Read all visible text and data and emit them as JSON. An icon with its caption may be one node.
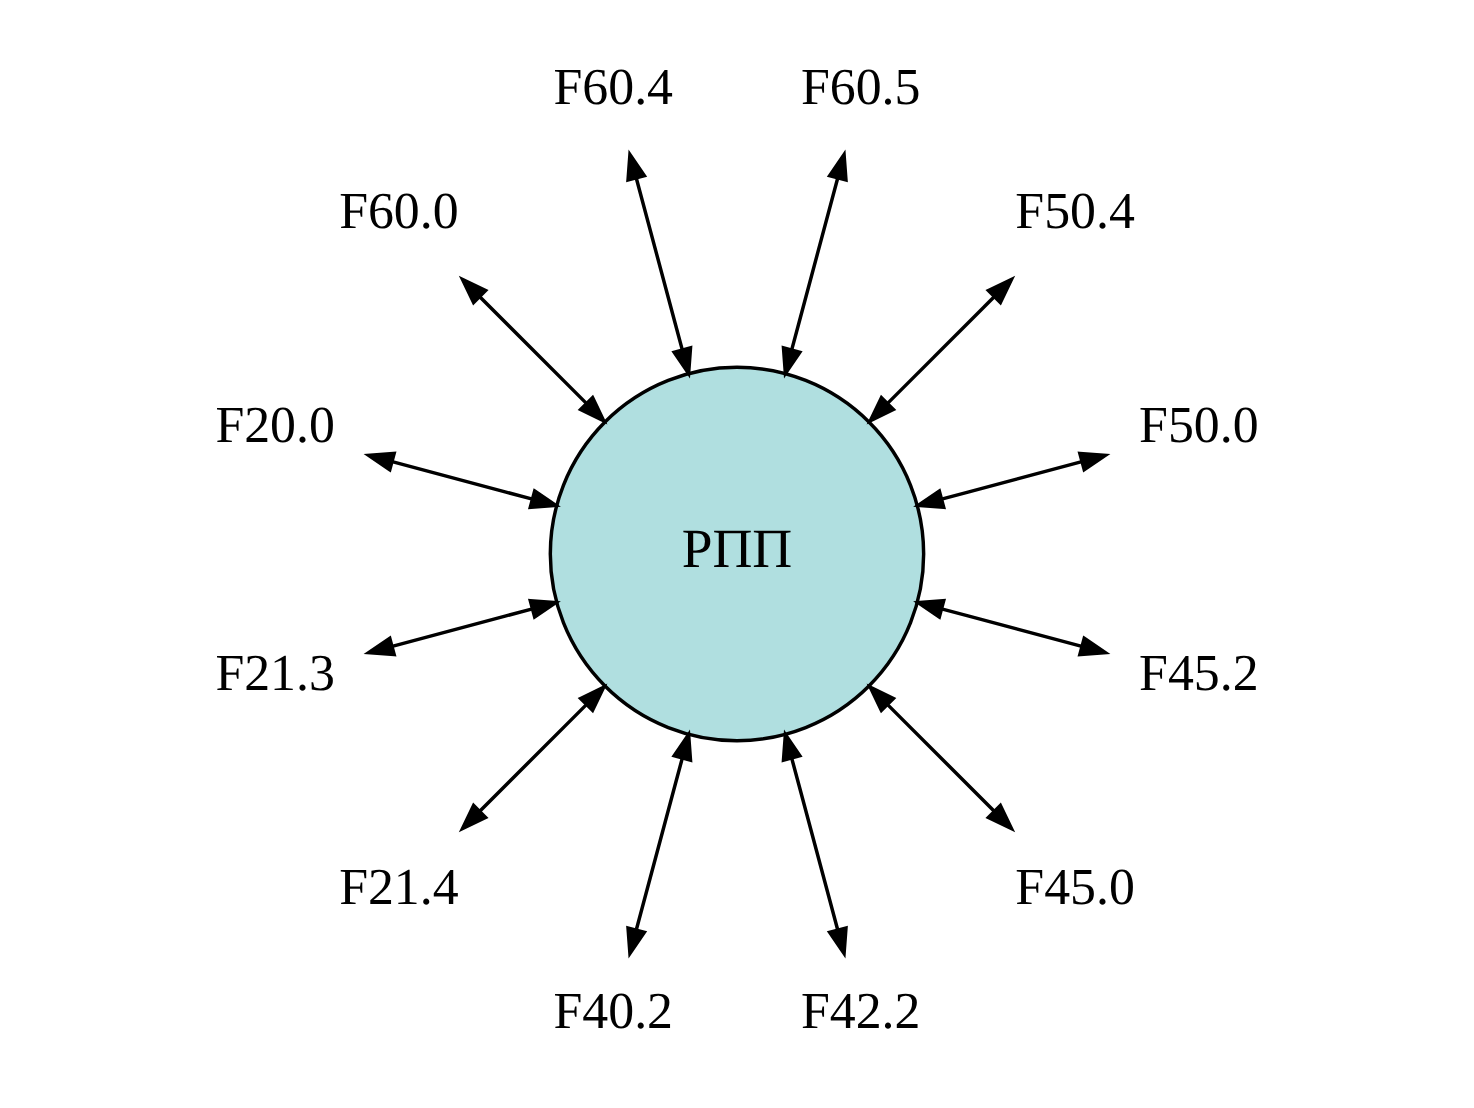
{
  "diagram": {
    "nodes": [
      {
        "text": [
          "РПП"
        ]
      },
      {
        "text": [
          "F50.0"
        ]
      },
      {
        "text": [
          "F50.4"
        ]
      },
      {
        "text": [
          "F60.5"
        ]
      },
      {
        "text": [
          "F60.4"
        ]
      },
      {
        "text": [
          "F60.0"
        ]
      },
      {
        "text": [
          "F20.0"
        ]
      },
      {
        "text": [
          "F21.3"
        ]
      },
      {
        "text": [
          "F21.4"
        ]
      },
      {
        "text": [
          "F40.2"
        ]
      },
      {
        "text": [
          "F42.2"
        ]
      },
      {
        "text": [
          "F45.0"
        ]
      },
      {
        "text": [
          "F45.2"
        ]
      }
    ],
    "edges": [
      {
        "from": 1,
        "to": 0,
        "arrow": "both"
      },
      {
        "from": 2,
        "to": 0,
        "arrow": "both"
      },
      {
        "from": 3,
        "to": 0,
        "arrow": "both"
      },
      {
        "from": 4,
        "to": 0,
        "arrow": "both"
      },
      {
        "from": 5,
        "to": 0,
        "arrow": "both"
      },
      {
        "from": 6,
        "to": 0,
        "arrow": "both"
      },
      {
        "from": 7,
        "to": 0,
        "arrow": "both"
      },
      {
        "from": 8,
        "to": 0,
        "arrow": "both"
      },
      {
        "from": 9,
        "to": 0,
        "arrow": "both"
      },
      {
        "from": 10,
        "to": 0,
        "arrow": "both"
      },
      {
        "from": 11,
        "to": 0,
        "arrow": "both"
      },
      {
        "from": 12,
        "to": 0,
        "arrow": "both"
      }
    ]
  }
}
